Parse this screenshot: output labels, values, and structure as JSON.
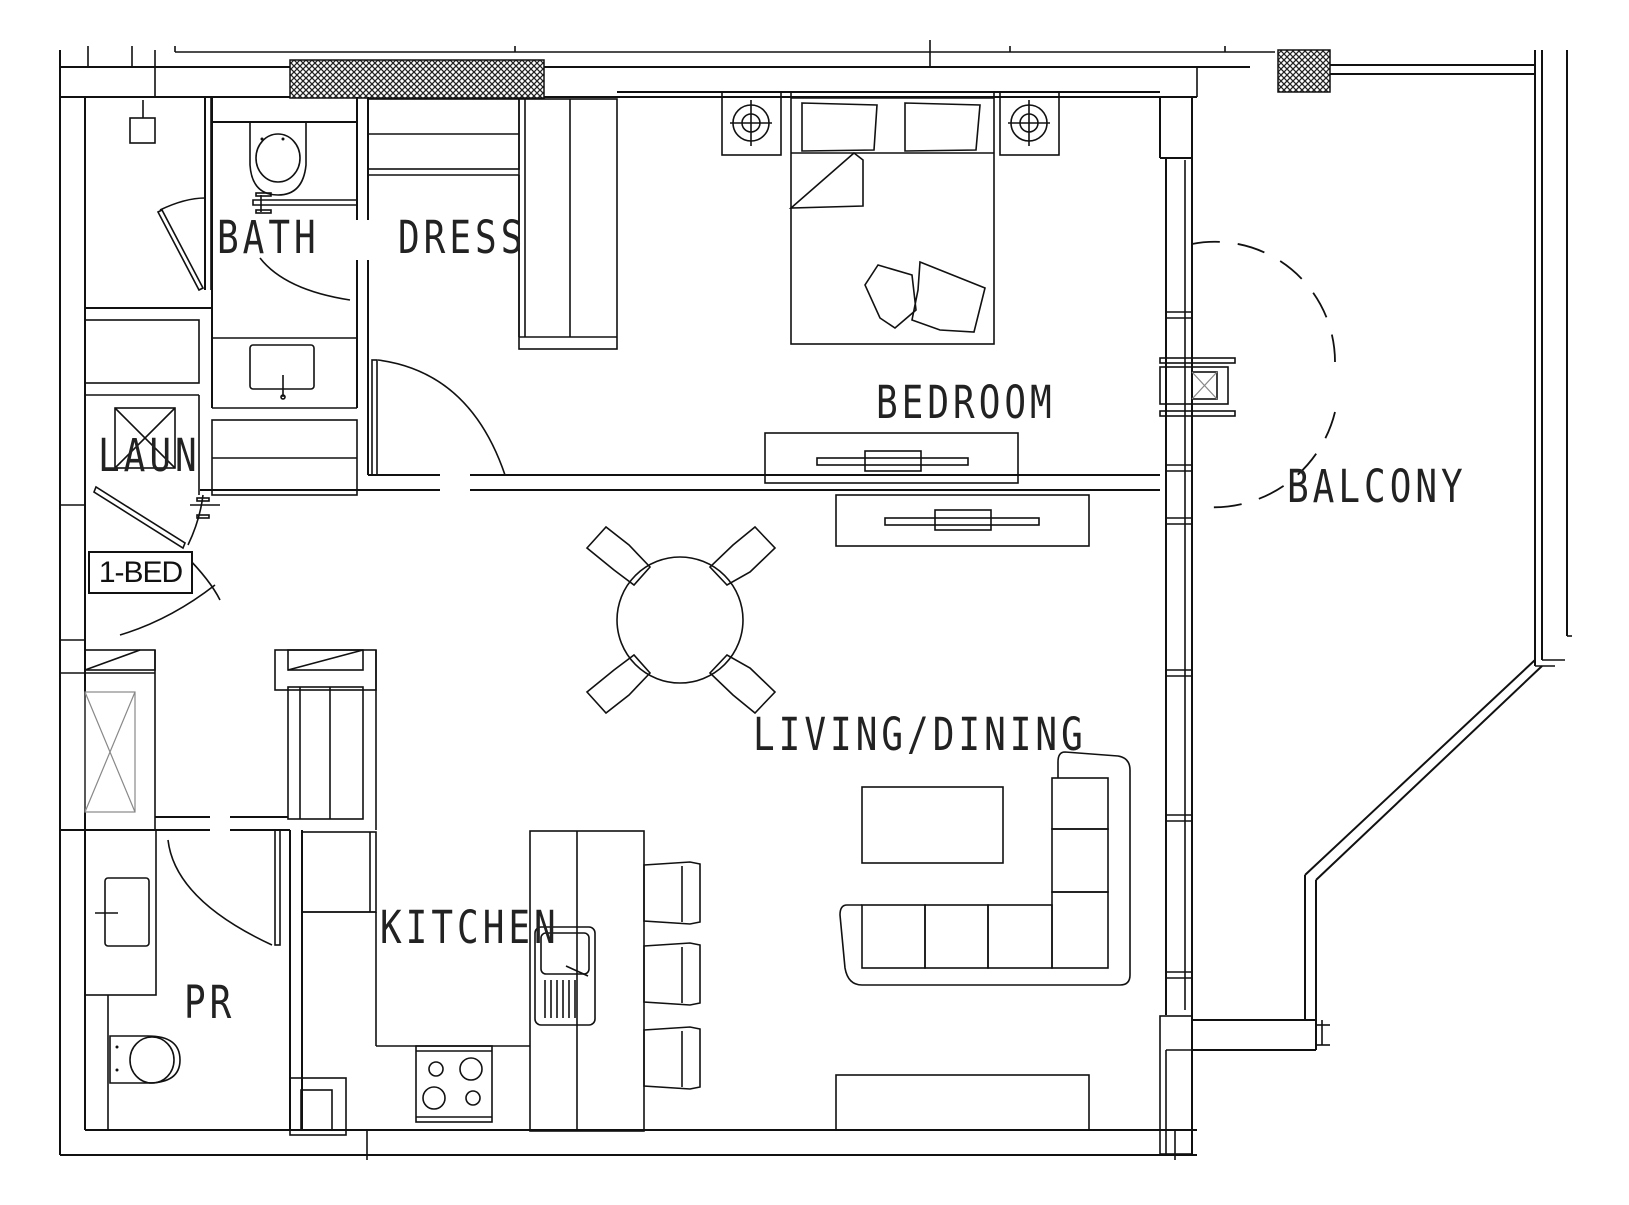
{
  "drawing": {
    "type": "architectural-floor-plan",
    "unit_tag": "1-BED",
    "line_color": "#111111",
    "background": "#ffffff",
    "hatch_color": "#222222"
  },
  "rooms": [
    {
      "id": "bath",
      "label": "BATH"
    },
    {
      "id": "dress",
      "label": "DRESS"
    },
    {
      "id": "bedroom",
      "label": "BEDROOM"
    },
    {
      "id": "laun",
      "label": "LAUN"
    },
    {
      "id": "balcony",
      "label": "BALCONY"
    },
    {
      "id": "living_dining",
      "label": "LIVING/DINING"
    },
    {
      "id": "kitchen",
      "label": "KITCHEN"
    },
    {
      "id": "pr",
      "label": "PR"
    }
  ],
  "fixtures": {
    "bedroom": [
      "double-bed",
      "bedside-table-left",
      "bedside-table-right",
      "tv-unit"
    ],
    "bath": [
      "toilet",
      "vanity-sink",
      "shower-door"
    ],
    "dress": [
      "wardrobe-top",
      "wardrobe-side"
    ],
    "living_dining": [
      "round-dining-table",
      "dining-chair-x4",
      "l-shaped-sofa",
      "coffee-table",
      "tv-console",
      "media-console-bottom"
    ],
    "kitchen": [
      "fridge",
      "island-sink",
      "cooktop-4-burner",
      "bar-stool-x3"
    ],
    "pr": [
      "toilet",
      "vanity-sink"
    ],
    "laun": [
      "washer"
    ]
  }
}
